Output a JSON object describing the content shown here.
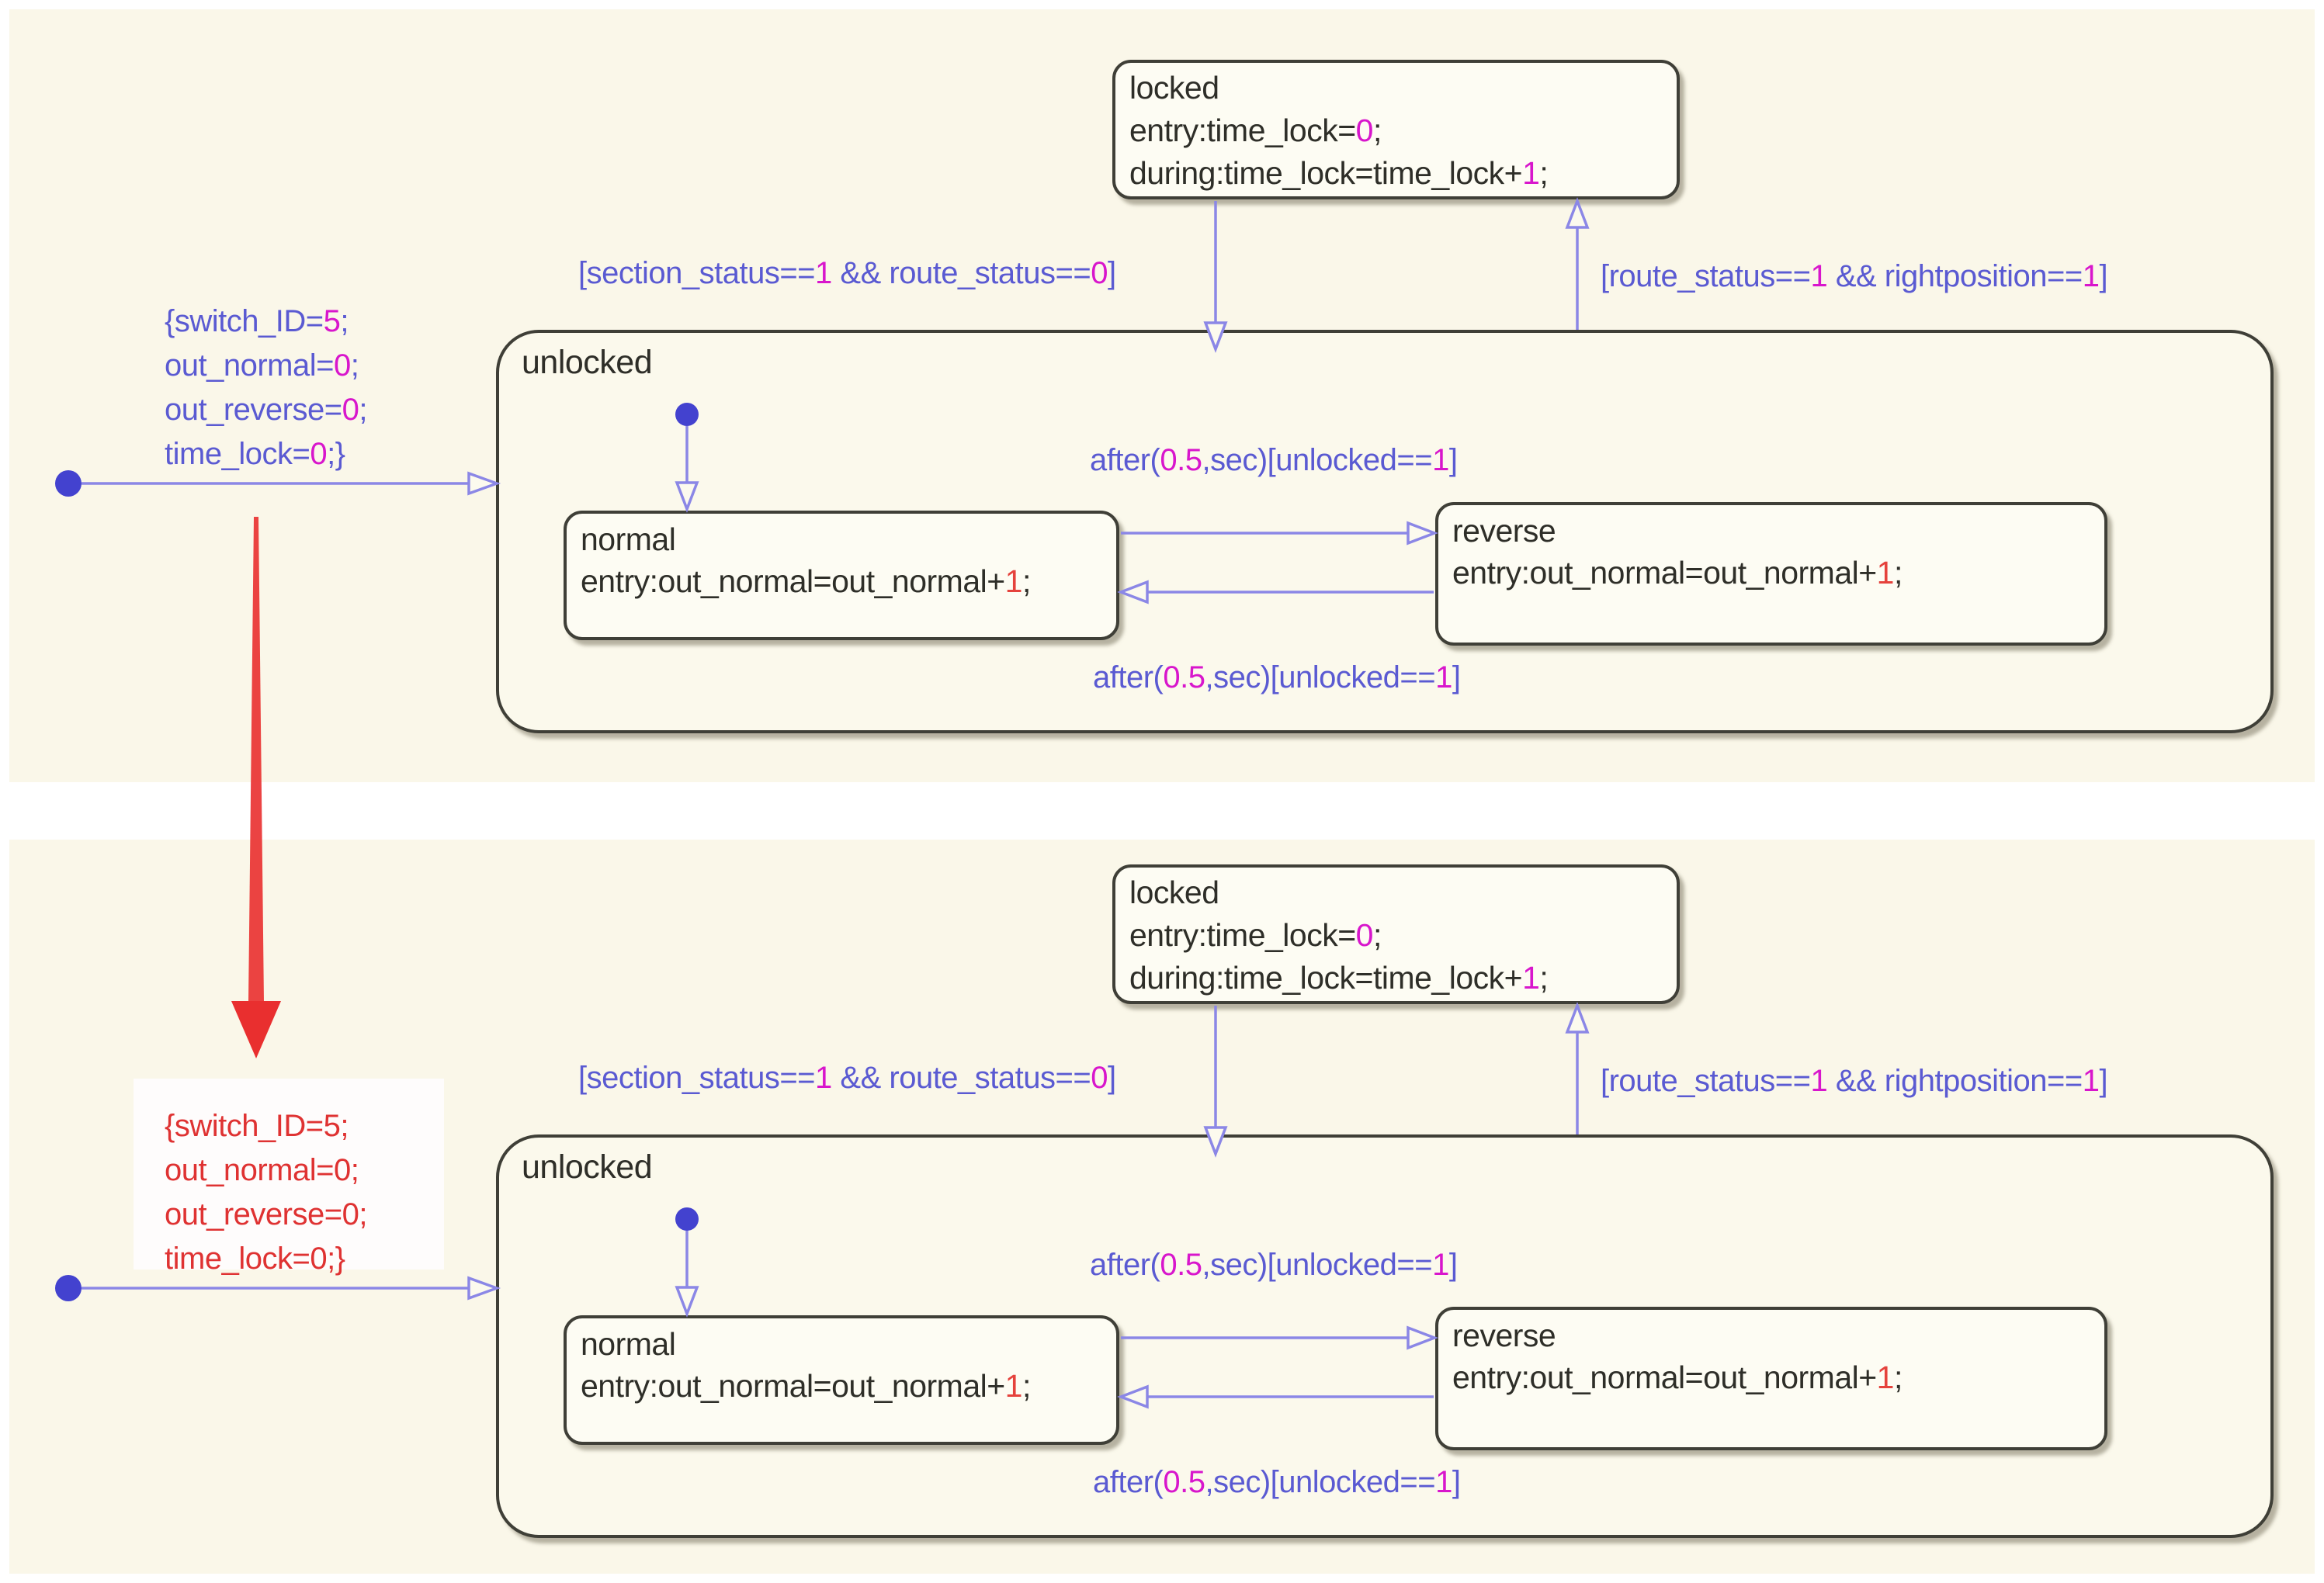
{
  "title": "Stateflow switch state machine (before / after comparison)",
  "colors": {
    "panel_background": "#faf7e9",
    "state_fill": "#fdfcf3",
    "state_border": "#3f3f37",
    "transition_line_blue": "#8b87e6",
    "condition_text_blue": "#5a5ad2",
    "number_magenta": "#d816cc",
    "entry_number_red": "#e5423c",
    "annotation_red": "#df3232",
    "initial_dot_blue": "#4342cf"
  },
  "panels": [
    {
      "name": "top",
      "init_action": {
        "l1": {
          "pre": "{switch_ID=",
          "num": "5",
          "post": ";"
        },
        "l2": {
          "pre": "out_normal=",
          "num": "0",
          "post": ";"
        },
        "l3": {
          "pre": "out_reverse=",
          "num": "0",
          "post": ";"
        },
        "l4": {
          "pre": "time_lock=",
          "num": "0",
          "post": ";}"
        }
      },
      "locked": {
        "title": "locked",
        "entry": {
          "pre": "entry:time_lock=",
          "num": "0",
          "post": ";"
        },
        "during": {
          "pre": "during:time_lock=time_lock+",
          "num": "1",
          "post": ";"
        }
      },
      "unlocked_title": "unlocked",
      "normal": {
        "title": "normal",
        "entry": {
          "pre": "entry:out_normal=out_normal+",
          "num": "1",
          "post": ";"
        }
      },
      "reverse": {
        "title": "reverse",
        "entry": {
          "pre": "entry:out_normal=out_normal+",
          "num": "1",
          "post": ";"
        }
      },
      "t_section": {
        "pre": "[section_status==",
        "n1": "1",
        "mid": " && route_status==",
        "n2": "0",
        "post": "]"
      },
      "t_route": {
        "pre": "[route_status==",
        "n1": "1",
        "mid": " && rightposition==",
        "n2": "1",
        "post": "]"
      },
      "t_after_upper": {
        "a": "after(",
        "n1": "0.5",
        "b": ",sec)[unlocked==",
        "n2": "1",
        "c": "]"
      },
      "t_after_lower": {
        "a": "after(",
        "n1": "0.5",
        "b": ",sec)[unlocked==",
        "n2": "1",
        "c": "]"
      }
    },
    {
      "name": "bottom",
      "init_action": {
        "l1": {
          "pre": "{switch_ID=",
          "num": "5",
          "post": ";"
        },
        "l2": {
          "pre": "out_normal=",
          "num": "0",
          "post": ";"
        },
        "l3": {
          "pre": "out_reverse=",
          "num": "0",
          "post": ";"
        },
        "l4": {
          "pre": "time_lock=",
          "num": "0",
          "post": ";}"
        }
      },
      "locked": {
        "title": "locked",
        "entry": {
          "pre": "entry:time_lock=",
          "num": "0",
          "post": ";"
        },
        "during": {
          "pre": "during:time_lock=time_lock+",
          "num": "1",
          "post": ";"
        }
      },
      "unlocked_title": "unlocked",
      "normal": {
        "title": "normal",
        "entry": {
          "pre": "entry:out_normal=out_normal+",
          "num": "1",
          "post": ";"
        }
      },
      "reverse": {
        "title": "reverse",
        "entry": {
          "pre": "entry:out_normal=out_normal+",
          "num": "1",
          "post": ";"
        }
      },
      "t_section": {
        "pre": "[section_status==",
        "n1": "1",
        "mid": " && route_status==",
        "n2": "0",
        "post": "]"
      },
      "t_route": {
        "pre": "[route_status==",
        "n1": "1",
        "mid": " && rightposition==",
        "n2": "1",
        "post": "]"
      },
      "t_after_upper": {
        "a": "after(",
        "n1": "0.5",
        "b": ",sec)[unlocked==",
        "n2": "1",
        "c": "]"
      },
      "t_after_lower": {
        "a": "after(",
        "n1": "0.5",
        "b": ",sec)[unlocked==",
        "n2": "1",
        "c": "]"
      }
    }
  ]
}
